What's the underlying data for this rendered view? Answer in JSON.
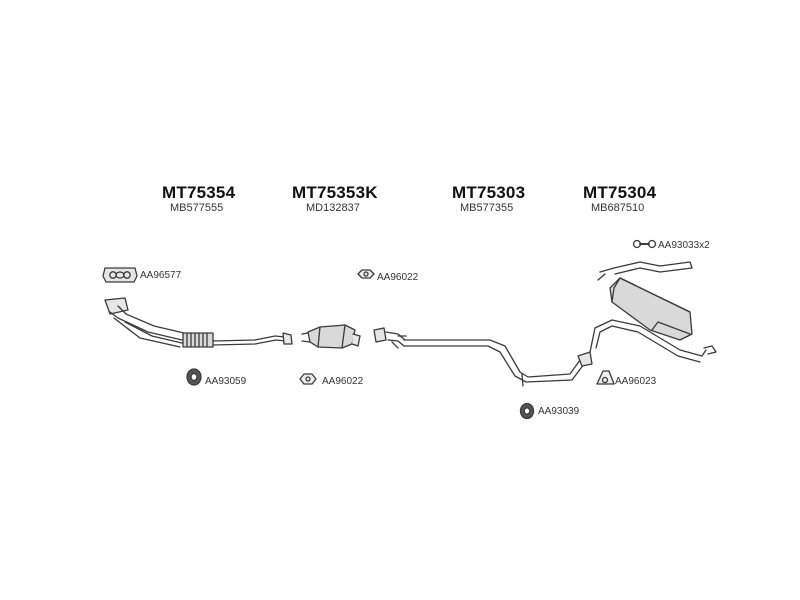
{
  "parts": [
    {
      "number": "MT75354",
      "reference": "MB577555"
    },
    {
      "number": "MT75353K",
      "reference": "MD132837"
    },
    {
      "number": "MT75303",
      "reference": "MB577355"
    },
    {
      "number": "MT75304",
      "reference": "MB687510"
    }
  ],
  "accessories": [
    {
      "code": "AA96577"
    },
    {
      "code": "AA96022"
    },
    {
      "code": "AA93059"
    },
    {
      "code": "AA96022"
    },
    {
      "code": "AA93039"
    },
    {
      "code": "AA96023"
    },
    {
      "code": "AA93033x2"
    }
  ],
  "colors": {
    "line": "#3a3a3a",
    "fill": "#d9d9d9",
    "text": "#111111"
  }
}
